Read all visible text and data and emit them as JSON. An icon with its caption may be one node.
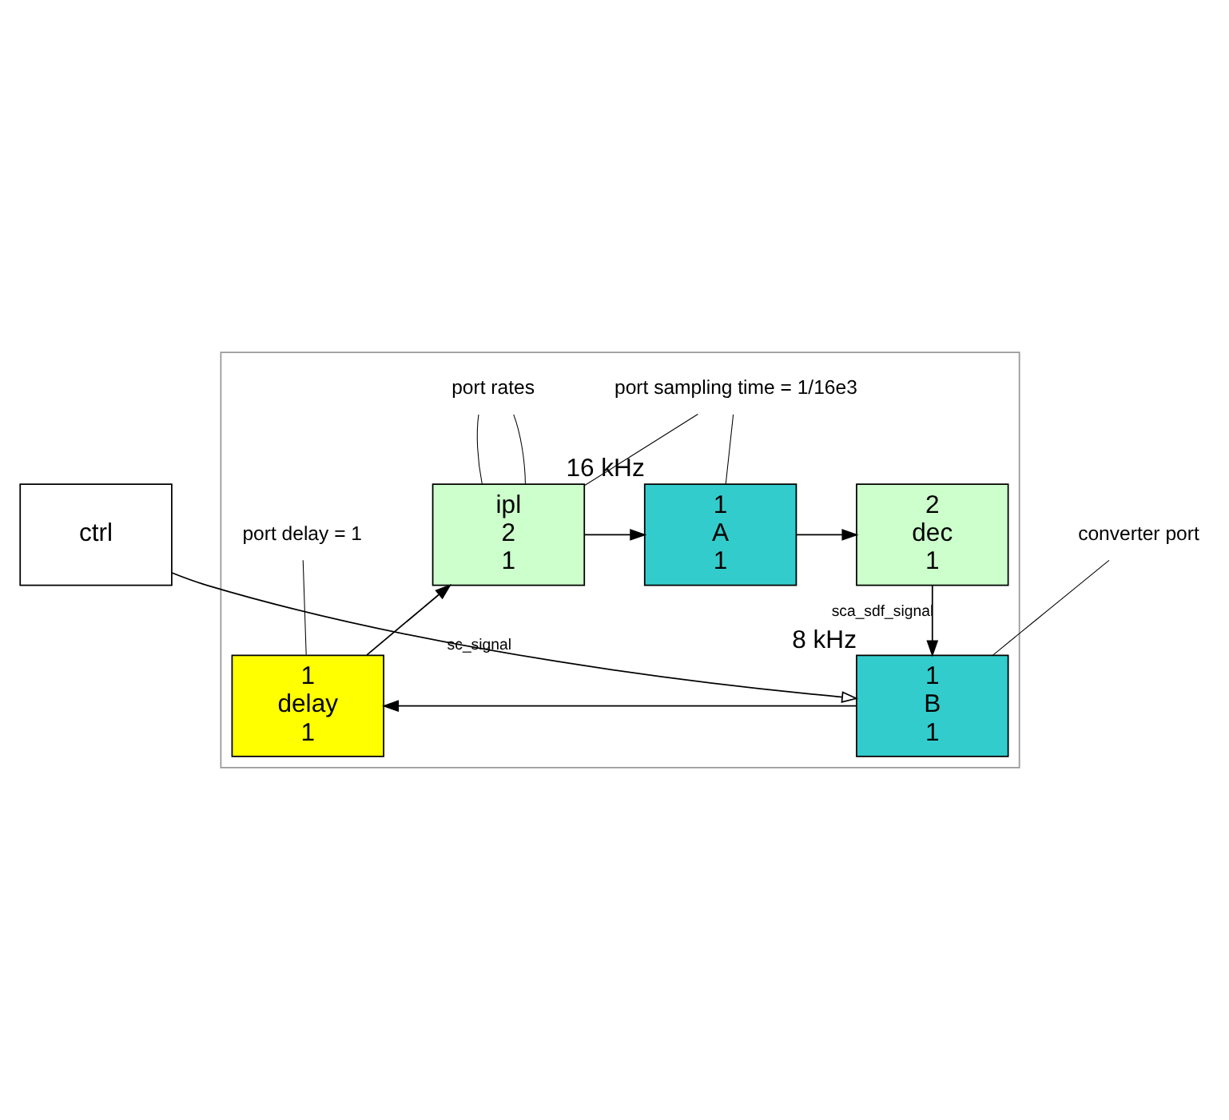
{
  "diagram": {
    "nodes": [
      {
        "text": [],
        "shape": "box"
      },
      {
        "text": [
          "ipl",
          "2",
          "1"
        ],
        "in": 0
      },
      {
        "text": [
          "1",
          "A",
          "1"
        ],
        "in": 0,
        "beside": [
          "16 kHz"
        ]
      },
      {
        "text": [
          "2",
          "dec",
          "1"
        ],
        "in": 0
      },
      {
        "text": [
          "1",
          "delay",
          "1"
        ],
        "in": 0
      },
      {
        "text": [
          "1",
          "B",
          "1"
        ],
        "in": 0,
        "beside": [
          "8 kHz"
        ]
      },
      {
        "text": [
          "ctrl"
        ]
      },
      {
        "text": [
          "port sampling time = 1/16e3"
        ],
        "in": 0
      },
      {
        "text": [
          "port rates"
        ],
        "in": 0
      },
      {
        "text": [
          "port delay = 1"
        ],
        "in": 0
      },
      {
        "text": [
          "converter port"
        ]
      }
    ],
    "edges": [
      {
        "from": 1,
        "to": 2,
        "arrow": "to"
      },
      {
        "from": 2,
        "to": 3,
        "arrow": "to"
      },
      {
        "from": 3,
        "to": 5,
        "arrow": "to",
        "label": "sca_sdf_signal"
      },
      {
        "from": 5,
        "to": 4,
        "arrow": "to"
      },
      {
        "from": 4,
        "to": 1,
        "arrow": "to"
      },
      {
        "from": 6,
        "to": 5,
        "arrow": "to",
        "label": "sc_signal"
      },
      {
        "from": 7,
        "to": 1,
        "arrow": "none"
      },
      {
        "from": 7,
        "to": 2,
        "arrow": "none"
      },
      {
        "from": 8,
        "to": 1,
        "arrow": "none"
      },
      {
        "from": 8,
        "to": 1,
        "arrow": "none"
      },
      {
        "from": 9,
        "to": 4,
        "arrow": "none"
      },
      {
        "from": 10,
        "to": 5,
        "arrow": "none"
      }
    ]
  }
}
